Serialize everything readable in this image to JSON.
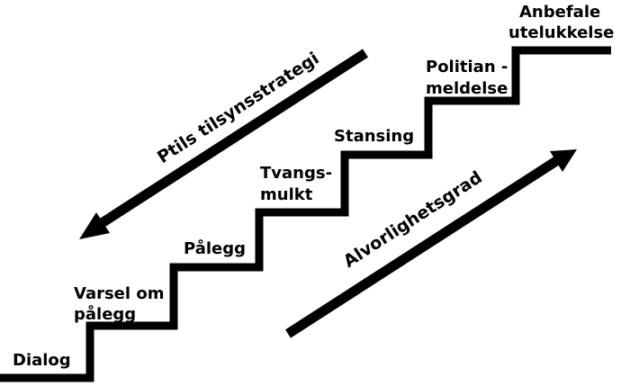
{
  "diagram": {
    "steps": [
      {
        "id": "dialog",
        "lines": [
          "Dialog"
        ]
      },
      {
        "id": "varsel",
        "lines": [
          "Varsel om",
          "pålegg"
        ]
      },
      {
        "id": "palegg",
        "lines": [
          "Pålegg"
        ]
      },
      {
        "id": "tvangsmulkt",
        "lines": [
          "Tvangs-",
          "mulkt"
        ]
      },
      {
        "id": "stansing",
        "lines": [
          "Stansing"
        ]
      },
      {
        "id": "politianmeldelse",
        "lines": [
          "Politian -",
          "meldelse"
        ]
      },
      {
        "id": "anbefale",
        "lines": [
          "Anbefale",
          "utelukkelse"
        ]
      }
    ],
    "arrow_down": {
      "label": "Ptils tilsynsstrategi"
    },
    "arrow_up": {
      "label": "Alvorlighetsgrad"
    },
    "colors": {
      "line": "#000000",
      "text": "#000000",
      "background": "#ffffff"
    }
  }
}
